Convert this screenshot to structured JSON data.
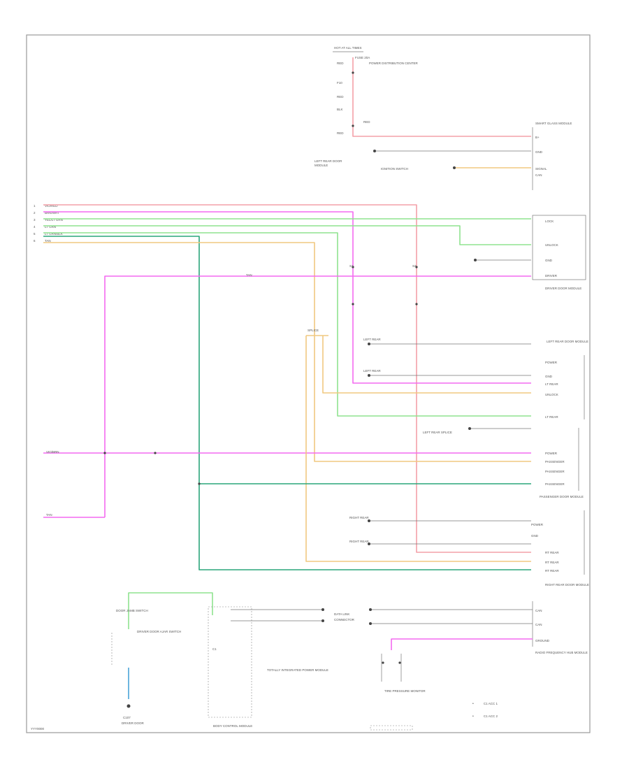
{
  "diagram": {
    "title": "",
    "footer_code": "YYY0000",
    "colors": {
      "red": "#f4a0a8",
      "magenta": "#f36af0",
      "green": "#8fe38f",
      "teal": "#2aa57a",
      "orange": "#f0c880",
      "blue": "#4aa3d8",
      "gray": "#8a8a8a"
    },
    "top_block": {
      "label_top": "HOT AT ALL TIMES",
      "fuse_label": "FUSE 20A",
      "note": "POWER DISTRIBUTION CENTER",
      "labels": [
        "RED",
        "F10",
        "RED",
        "BLK",
        "RED",
        "RED"
      ]
    },
    "smart_module": {
      "name": "SMART GLASS MODULE",
      "pins": [
        "B+",
        "GND",
        "SIGNAL",
        "CAN"
      ]
    },
    "left_signals": [
      "1",
      "2",
      "3",
      "4",
      "5",
      "6"
    ],
    "left_wire_labels": [
      "VIO/RED",
      "BRN/WHT",
      "YEL/LT GRN",
      "LT GRN",
      "LT GRN/BLK",
      "TAN"
    ],
    "right_modules": [
      {
        "name": "DRIVER DOOR MODULE",
        "pins": [
          "LOCK",
          "UNLOCK",
          "GND",
          "DRIVER"
        ]
      },
      {
        "name": "LEFT REAR DOOR MODULE",
        "pins": [
          "POWER",
          "GND",
          "LT REAR",
          "UNLOCK",
          "LT REAR"
        ]
      },
      {
        "name": "PASSENGER DOOR MODULE",
        "pins": [
          "POWER",
          "PASSENGER",
          "PASSENGER",
          "PASSENGER"
        ]
      },
      {
        "name": "RIGHT REAR DOOR MODULE",
        "pins": [
          "POWER",
          "GND",
          "RT REAR",
          "RT REAR",
          "RT REAR"
        ]
      }
    ],
    "bottom_left": {
      "switch_label": "DOOR JAMB SWITCH",
      "note": "DRIVER DOOR AJAR SWITCH",
      "connector": "C107"
    },
    "bottom_center": {
      "label": "BODY CONTROL MODULE",
      "note": "TOTALLY INTEGRATED POWER MODULE",
      "connector_label": "C1"
    },
    "bottom_right": {
      "module": "RADIO FREQUENCY HUB MODULE",
      "pins": [
        "CAN",
        "CAN",
        "GROUND"
      ],
      "note": "TIRE PRESSURE MONITOR"
    },
    "legend": [
      {
        "symbol": "•",
        "text": "C1 ACC 1"
      },
      {
        "symbol": "•",
        "text": "C1 ACC 2"
      }
    ]
  }
}
